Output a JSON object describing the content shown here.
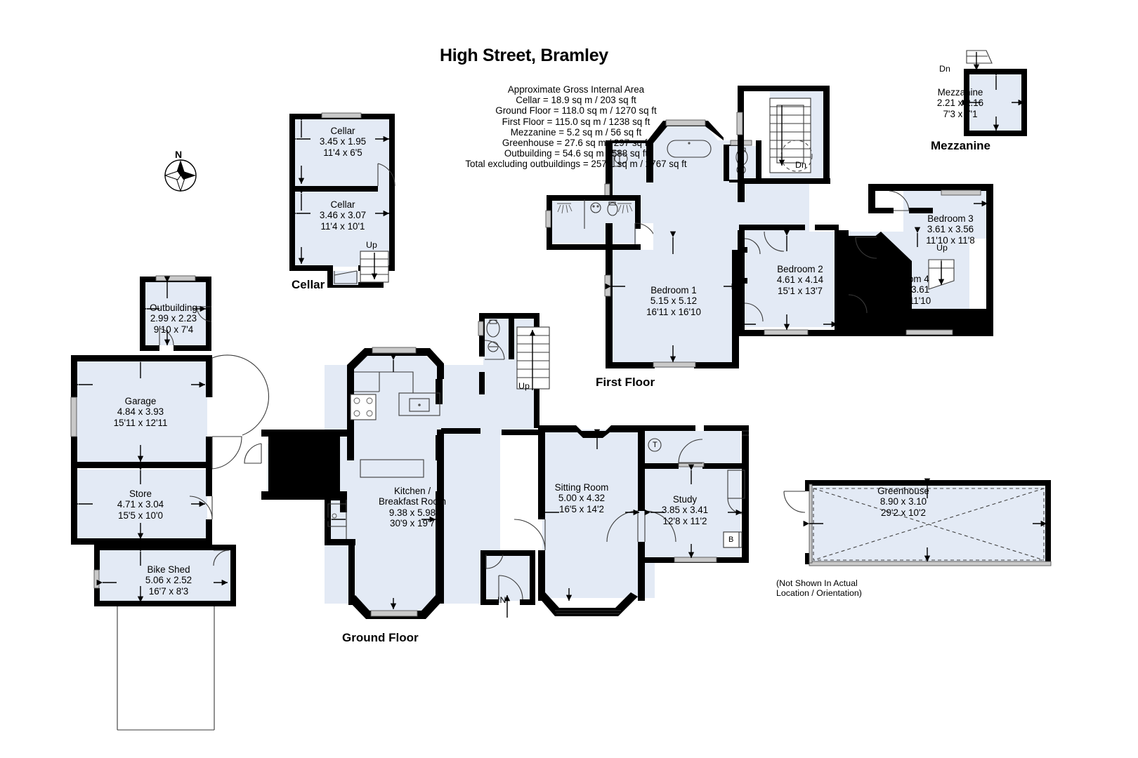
{
  "title": "High Street, Bramley",
  "area_summary": {
    "heading": "Approximate Gross Internal Area",
    "lines": [
      "Cellar = 18.9 sq m / 203 sq ft",
      "Ground Floor = 118.0 sq m / 1270 sq ft",
      "First Floor = 115.0 sq m / 1238 sq ft",
      "Mezzanine = 5.2 sq m / 56 sq ft",
      "Greenhouse = 27.6 sq m / 297 sq ft",
      "Outbuilding = 54.6 sq m / 588 sq ft",
      "Total excluding outbuildings = 257.1 sq m / 2767 sq ft"
    ]
  },
  "compass": {
    "label": "N"
  },
  "floor_labels": {
    "cellar": "Cellar",
    "ground": "Ground Floor",
    "first": "First Floor",
    "mezzanine": "Mezzanine"
  },
  "greenhouse_note": [
    "(Not Shown In Actual",
    "Location / Orientation)"
  ],
  "markers": {
    "up": "Up",
    "dn": "Dn",
    "in": "IN",
    "tank": "T",
    "boiler": "B"
  },
  "rooms": {
    "cellar_upper": {
      "name": "Cellar",
      "metric": "3.45 x 1.95",
      "imperial": "11'4 x 6'5"
    },
    "cellar_lower": {
      "name": "Cellar",
      "metric": "3.46 x 3.07",
      "imperial": "11'4 x 10'1"
    },
    "outbuilding": {
      "name": "Outbuilding",
      "metric": "2.99 x 2.23",
      "imperial": "9'10 x 7'4"
    },
    "garage": {
      "name": "Garage",
      "metric": "4.84 x 3.93",
      "imperial": "15'11 x 12'11"
    },
    "store": {
      "name": "Store",
      "metric": "4.71 x 3.04",
      "imperial": "15'5 x 10'0"
    },
    "bike_shed": {
      "name": "Bike Shed",
      "metric": "5.06 x 2.52",
      "imperial": "16'7 x 8'3"
    },
    "kitchen": {
      "name_l1": "Kitchen /",
      "name_l2": "Breakfast Room",
      "metric": "9.38 x 5.98",
      "imperial": "30'9 x 19'7"
    },
    "sitting_room": {
      "name": "Sitting Room",
      "metric": "5.00 x 4.32",
      "imperial": "16'5 x 14'2"
    },
    "study": {
      "name": "Study",
      "metric": "3.85 x 3.41",
      "imperial": "12'8 x 11'2"
    },
    "bedroom1": {
      "name": "Bedroom 1",
      "metric": "5.15 x 5.12",
      "imperial": "16'11 x 16'10"
    },
    "bedroom2": {
      "name": "Bedroom 2",
      "metric": "4.61 x 4.14",
      "imperial": "15'1 x 13'7"
    },
    "bedroom3": {
      "name": "Bedroom 3",
      "metric": "3.61 x 3.56",
      "imperial": "11'10 x 11'8"
    },
    "bedroom4": {
      "name": "Bedroom 4",
      "metric": "4.98 x 3.61",
      "imperial": "16'4 x 11'10"
    },
    "mezzanine": {
      "name": "Mezzanine",
      "metric": "2.21 x 2.16",
      "imperial": "7'3 x 7'1"
    },
    "greenhouse": {
      "name": "Greenhouse",
      "metric": "8.90 x 3.10",
      "imperial": "29'2 x 10'2"
    }
  },
  "colors": {
    "wall": "#000000",
    "floor_fill": "#e3eaf5",
    "thin_line": "#4a4a4a",
    "background": "#ffffff"
  }
}
